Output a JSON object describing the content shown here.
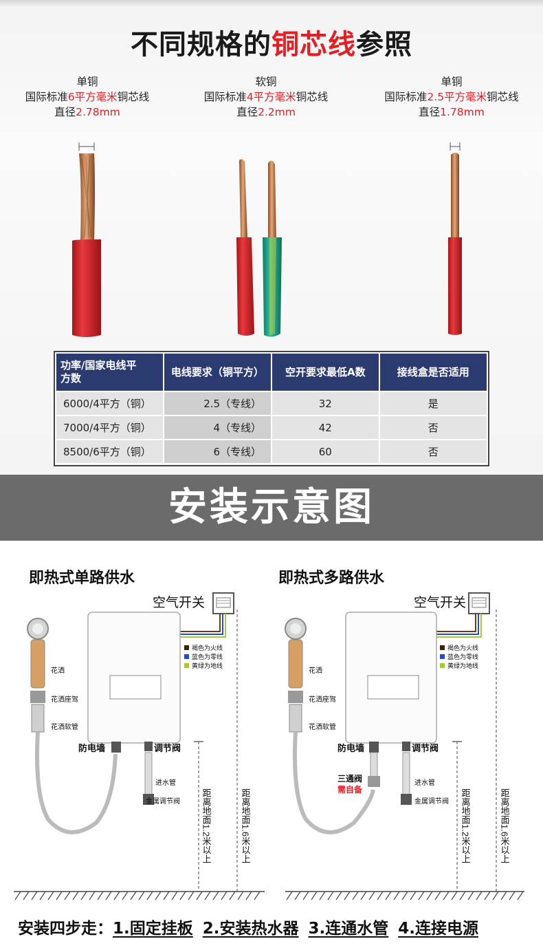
{
  "header": {
    "title_part1": "不同规格的",
    "title_red": "铜芯线",
    "title_part2": "参照"
  },
  "wires": [
    {
      "type": "单铜",
      "spec_prefix": "国际标准",
      "spec_red": "6平方毫米",
      "spec_suffix": "铜芯线",
      "dia_prefix": "直径",
      "dia_red": "2.78mm"
    },
    {
      "type": "软铜",
      "spec_prefix": "国际标准",
      "spec_red": "4平方毫米",
      "spec_suffix": "铜芯线",
      "dia_prefix": "直径",
      "dia_red": "2.2mm"
    },
    {
      "type": "单铜",
      "spec_prefix": "国际标准",
      "spec_red": "2.5平方毫米",
      "spec_suffix": "铜芯线",
      "dia_prefix": "直径",
      "dia_red": "1.78mm"
    }
  ],
  "table": {
    "headers": [
      "功率/国家电线平方数",
      "电线要求（铜平方）",
      "空开要求最低A数",
      "接线盒是否适用"
    ],
    "header0_line1": "功率/国家电线平",
    "header0_line2": "方数",
    "rows": [
      [
        "6000/4平方（铜）",
        "2.5（专线）",
        "32",
        "是"
      ],
      [
        "7000/4平方（铜）",
        "4（专线）",
        "42",
        "否"
      ],
      [
        "8500/6平方（铜）",
        "6（专线）",
        "60",
        "否"
      ]
    ]
  },
  "section_title": "安装示意图",
  "diagrams": {
    "left_title": "即热式单路供水",
    "right_title": "即热式多路供水",
    "air_switch": "空气开关",
    "wire_brown": "褐色为火线",
    "wire_blue": "蓝色为零线",
    "wire_ground": "黄绿为地线",
    "shower": "花洒",
    "shower_seat": "花洒座驾",
    "shower_hose": "花洒软管",
    "anti_shock": "防电墙",
    "valve": "调节阀",
    "inlet": "进水管",
    "metal_valve": "金属调节阀",
    "tee_valve": "三通阀",
    "self_provided": "需自备",
    "height_12": "距离地面1.2米以上",
    "height_16": "距离地面1.6米以上"
  },
  "steps": {
    "prefix": "安装四步走：",
    "s1": "1.固定挂板",
    "s2": "2.安装热水器",
    "s3": "3.连通水管",
    "s4": "4.连接电源"
  },
  "colors": {
    "accent_red": "#e31e25",
    "table_header": "#2b3a6f",
    "section_bar": "#6b6b6b",
    "wire_red": "#d8262a",
    "wire_teal": "#1aa58a",
    "copper": "#c98550"
  }
}
